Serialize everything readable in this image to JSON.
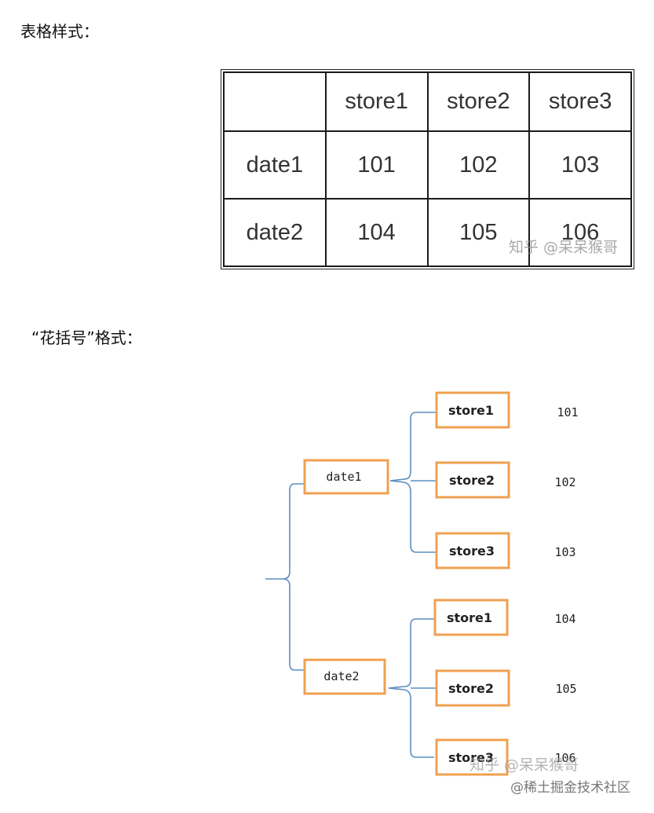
{
  "headings": {
    "table_format": "表格样式：",
    "brace_format": "“花括号”格式："
  },
  "table": {
    "header": [
      "",
      "store1",
      "store2",
      "store3"
    ],
    "rows": [
      [
        "date1",
        "101",
        "102",
        "103"
      ],
      [
        "date2",
        "104",
        "105",
        "106"
      ]
    ]
  },
  "brace_tree": {
    "groups": [
      {
        "label": "date1",
        "children": [
          {
            "label": "store1",
            "value": "101"
          },
          {
            "label": "store2",
            "value": "102"
          },
          {
            "label": "store3",
            "value": "103"
          }
        ]
      },
      {
        "label": "date2",
        "children": [
          {
            "label": "store1",
            "value": "104"
          },
          {
            "label": "store2",
            "value": "105"
          },
          {
            "label": "store3",
            "value": "106"
          }
        ]
      }
    ]
  },
  "watermarks": {
    "zhihu_table": "知乎 @呆呆猴哥",
    "zhihu_tree": "知乎 @呆呆猴哥",
    "juejin": "@稀土掘金技术社区"
  },
  "colors": {
    "node_border": "#f0a050",
    "brace_line": "#5b8fc0",
    "table_border": "#1a1a1a"
  }
}
